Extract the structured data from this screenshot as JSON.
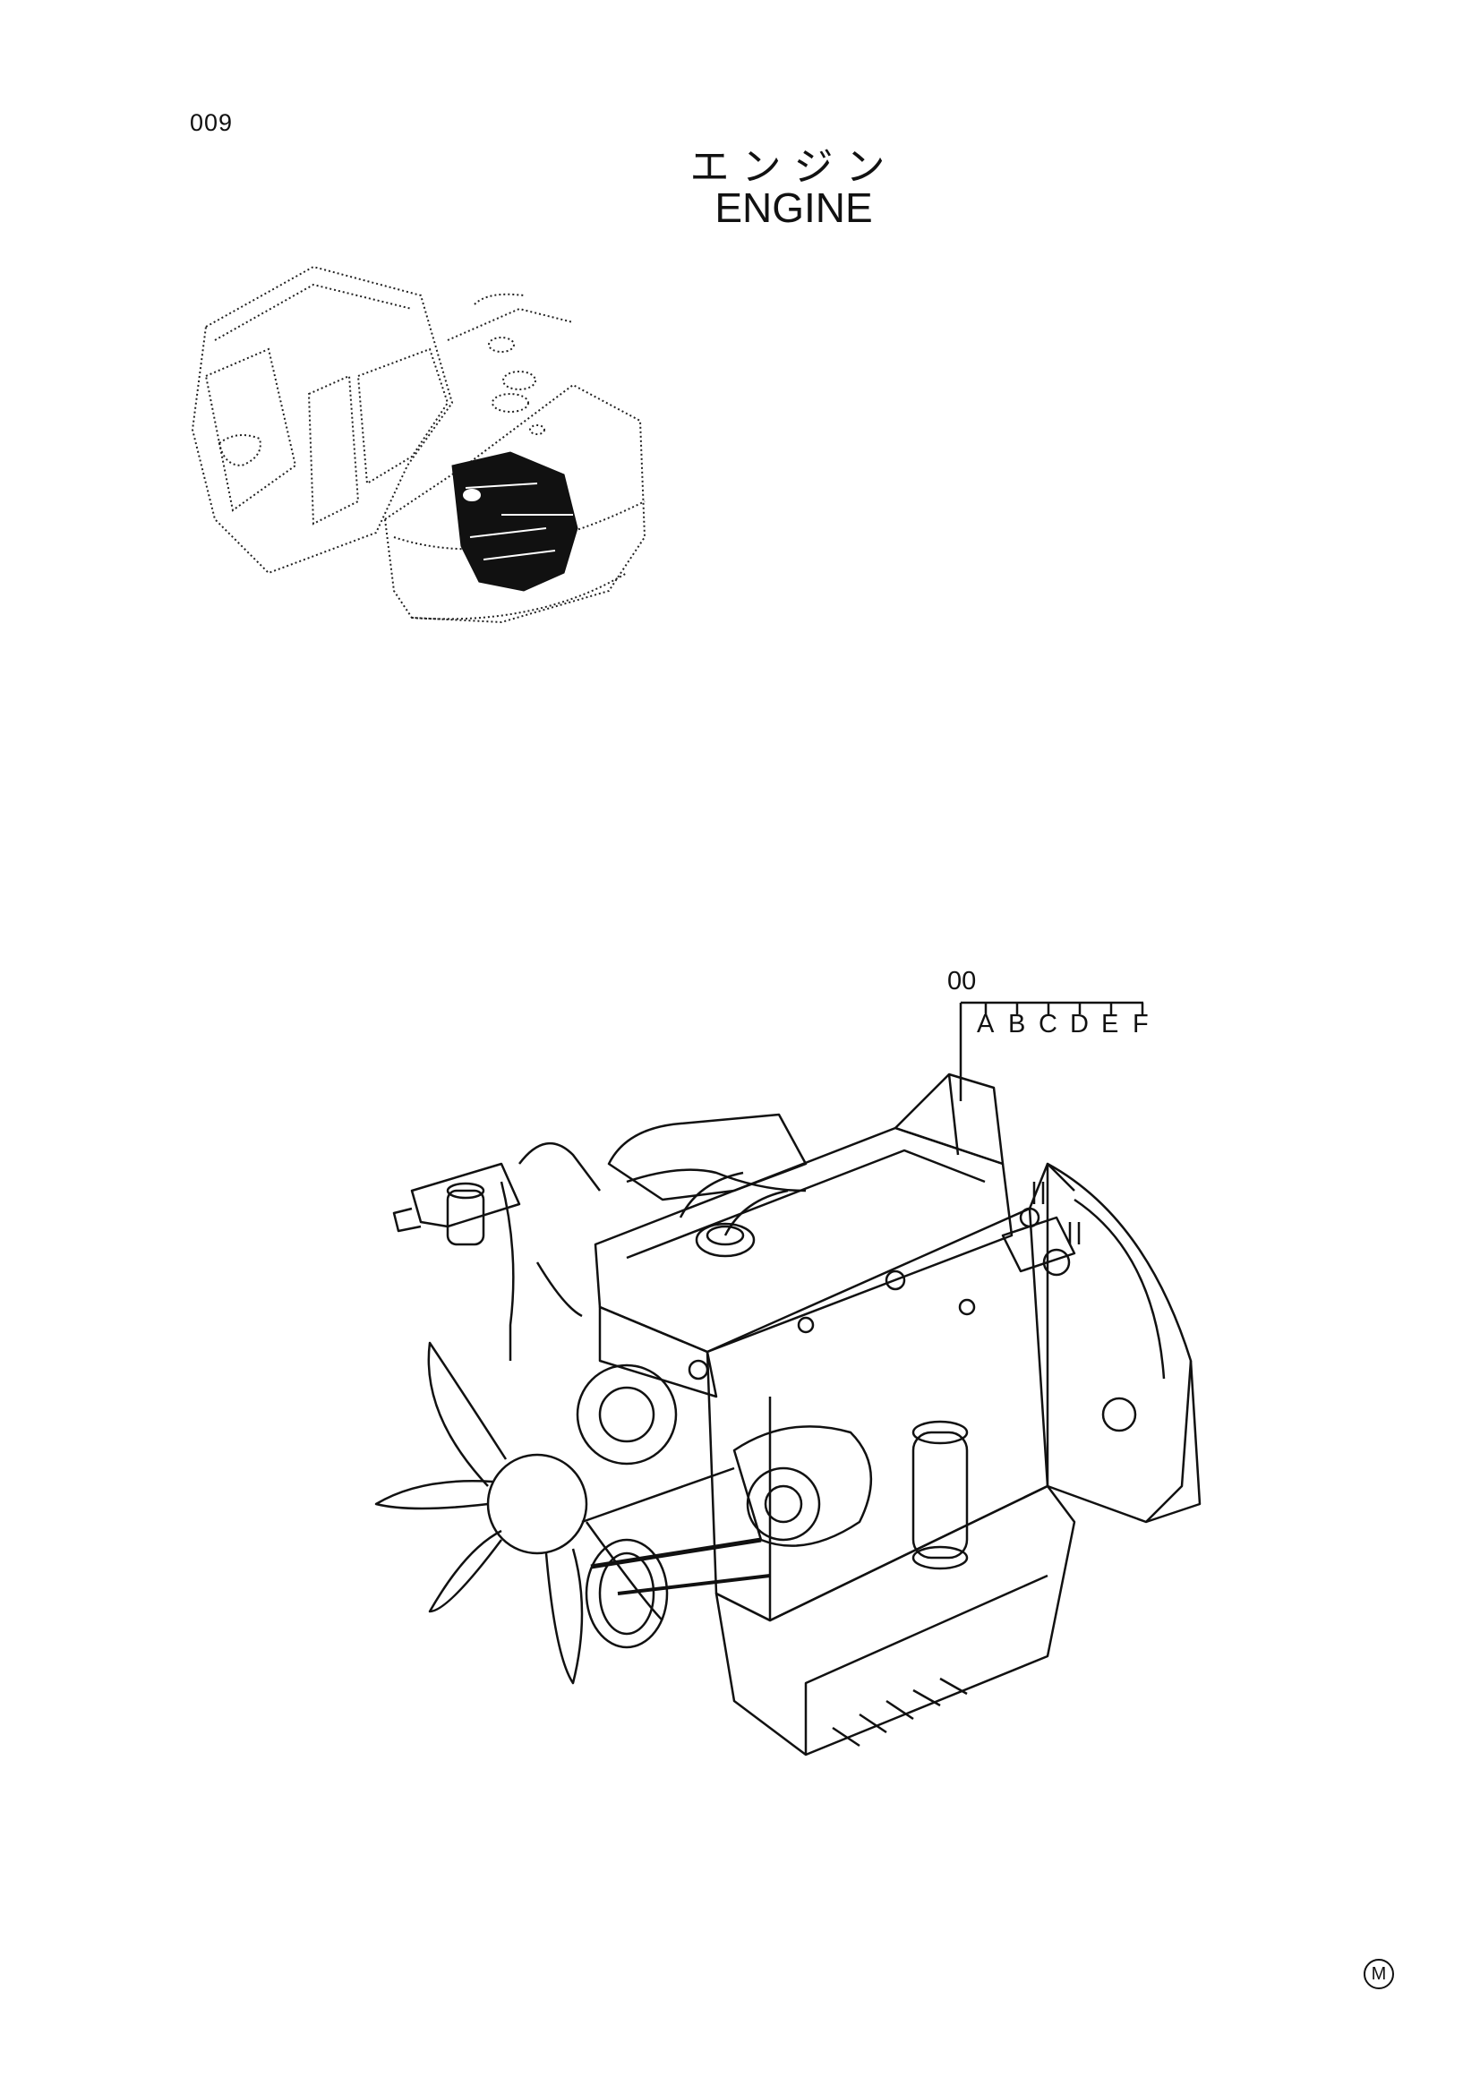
{
  "page": {
    "number": "009",
    "title_jp": "エンジン",
    "title_en": "ENGINE",
    "footer_mark": "M"
  },
  "callout": {
    "main_label": "00",
    "variants": [
      "A",
      "B",
      "C",
      "D",
      "E",
      "F"
    ]
  }
}
